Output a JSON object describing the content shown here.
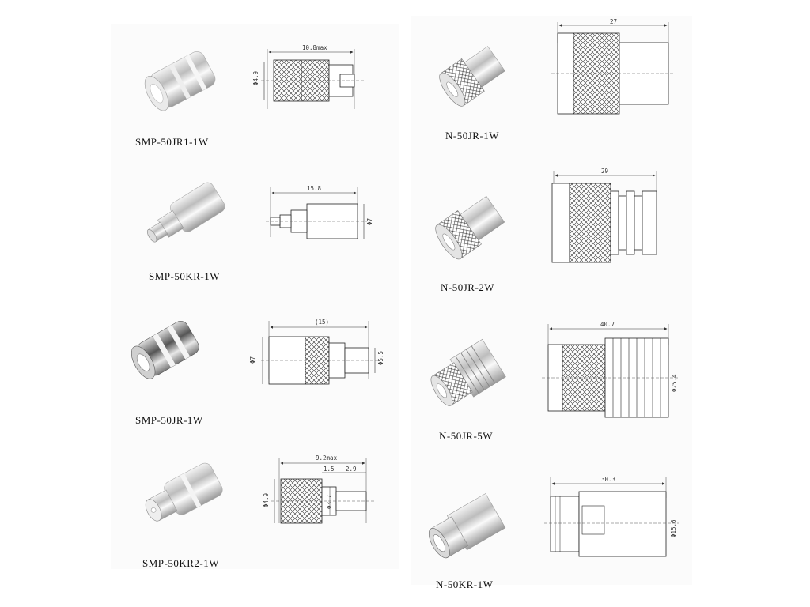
{
  "connectors": [
    {
      "label": "SMP-50JR1-1W",
      "dims": {
        "length": "10.8max",
        "diameter": "Φ4.9"
      }
    },
    {
      "label": "SMP-50KR-1W",
      "dims": {
        "length": "15.8",
        "diameter": "Φ7"
      }
    },
    {
      "label": "SMP-50JR-1W",
      "dims": {
        "length": "(15)",
        "diameter": "Φ7",
        "diameter2": "Φ5.5"
      }
    },
    {
      "label": "SMP-50KR2-1W",
      "dims": {
        "length": "9.2max",
        "d1": "1.5",
        "d2": "2.9",
        "diameter": "Φ4.9",
        "diameter2": "Φ3.7"
      }
    },
    {
      "label": "N-50JR-1W",
      "dims": {
        "length": "27"
      }
    },
    {
      "label": "N-50JR-2W",
      "dims": {
        "length": "29"
      }
    },
    {
      "label": "N-50JR-5W",
      "dims": {
        "length": "40.7",
        "diameter": "Φ25.4"
      }
    },
    {
      "label": "N-50KR-1W",
      "dims": {
        "length": "30.3",
        "diameter": "Φ15.6"
      }
    }
  ]
}
